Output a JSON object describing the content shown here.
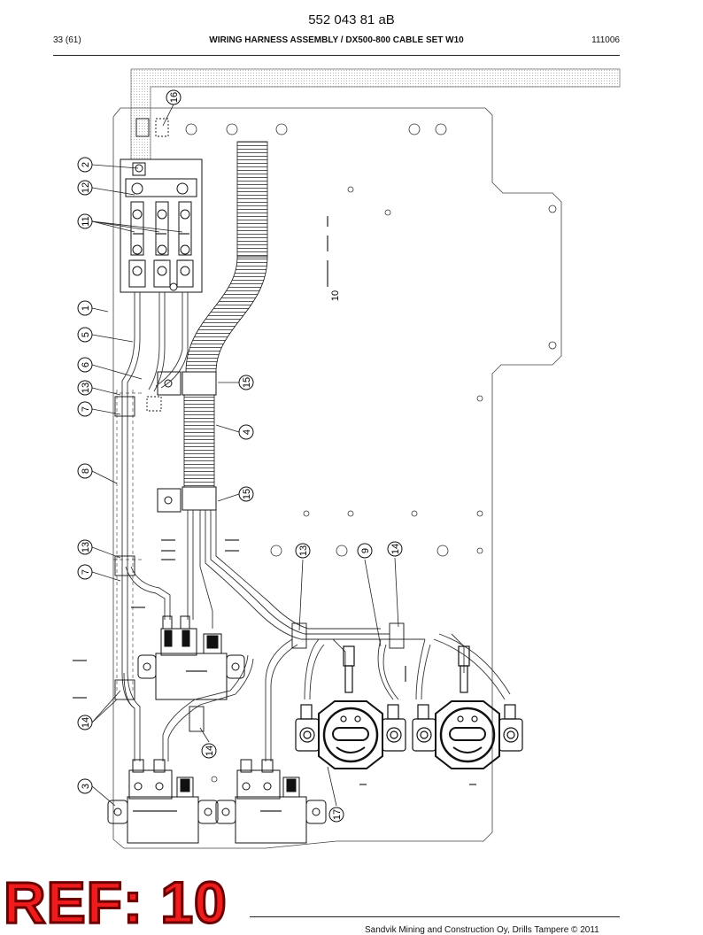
{
  "header": {
    "doc_number": "552 043 81 aB",
    "page": "33 (61)",
    "title": "WIRING HARNESS ASSEMBLY / DX500-800 CABLE SET W10",
    "code": "111006"
  },
  "callouts": [
    {
      "id": "c16",
      "label": "16"
    },
    {
      "id": "c2",
      "label": "2"
    },
    {
      "id": "c12",
      "label": "12"
    },
    {
      "id": "c11",
      "label": "11"
    },
    {
      "id": "c1",
      "label": "1"
    },
    {
      "id": "c5",
      "label": "5"
    },
    {
      "id": "c6",
      "label": "6"
    },
    {
      "id": "c13a",
      "label": "13"
    },
    {
      "id": "c7a",
      "label": "7"
    },
    {
      "id": "c8",
      "label": "8"
    },
    {
      "id": "c13b",
      "label": "13"
    },
    {
      "id": "c7b",
      "label": "7"
    },
    {
      "id": "c14a",
      "label": "14"
    },
    {
      "id": "c3",
      "label": "3"
    },
    {
      "id": "c15a",
      "label": "15"
    },
    {
      "id": "c4",
      "label": "4"
    },
    {
      "id": "c15b",
      "label": "15"
    },
    {
      "id": "c13c",
      "label": "13"
    },
    {
      "id": "c9",
      "label": "9"
    },
    {
      "id": "c14b",
      "label": "14"
    },
    {
      "id": "c14c",
      "label": "14"
    },
    {
      "id": "c17",
      "label": "17"
    },
    {
      "id": "c10",
      "label": "10"
    }
  ],
  "footer": {
    "ref_stamp": "REF: 10",
    "copyright": "Sandvik Mining and Construction Oy, Drills Tampere © 2011"
  }
}
